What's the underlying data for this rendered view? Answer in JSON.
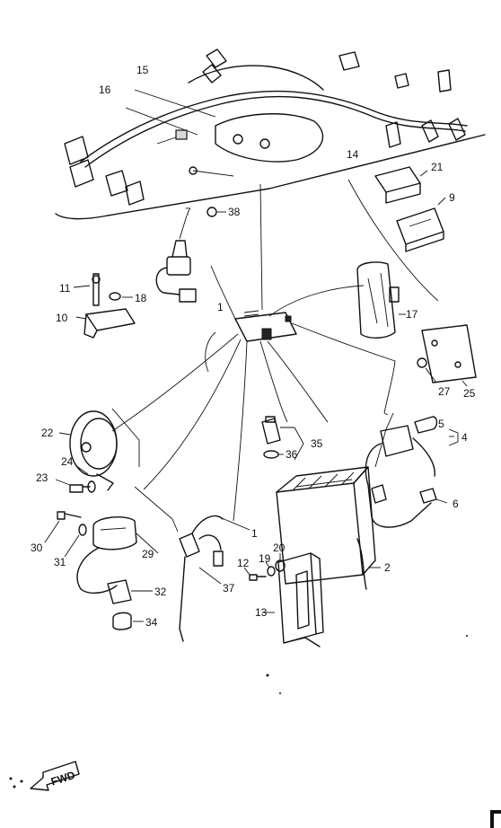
{
  "callouts": {
    "c1": "1",
    "c1b": "1",
    "c2": "2",
    "c4": "4",
    "c5": "5",
    "c6": "6",
    "c7": "7",
    "c9": "9",
    "c10": "10",
    "c11": "11",
    "c12": "12",
    "c13": "13",
    "c14": "14",
    "c15": "15",
    "c16": "16",
    "c17": "17",
    "c18": "18",
    "c19": "19",
    "c20": "20",
    "c21": "21",
    "c22": "22",
    "c23": "23",
    "c24": "24",
    "c25": "25",
    "c27": "27",
    "c29": "29",
    "c30": "30",
    "c31": "31",
    "c32": "32",
    "c34": "34",
    "c35": "35",
    "c36": "36",
    "c37": "37",
    "c38": "38"
  },
  "fwd_label": "FWD"
}
